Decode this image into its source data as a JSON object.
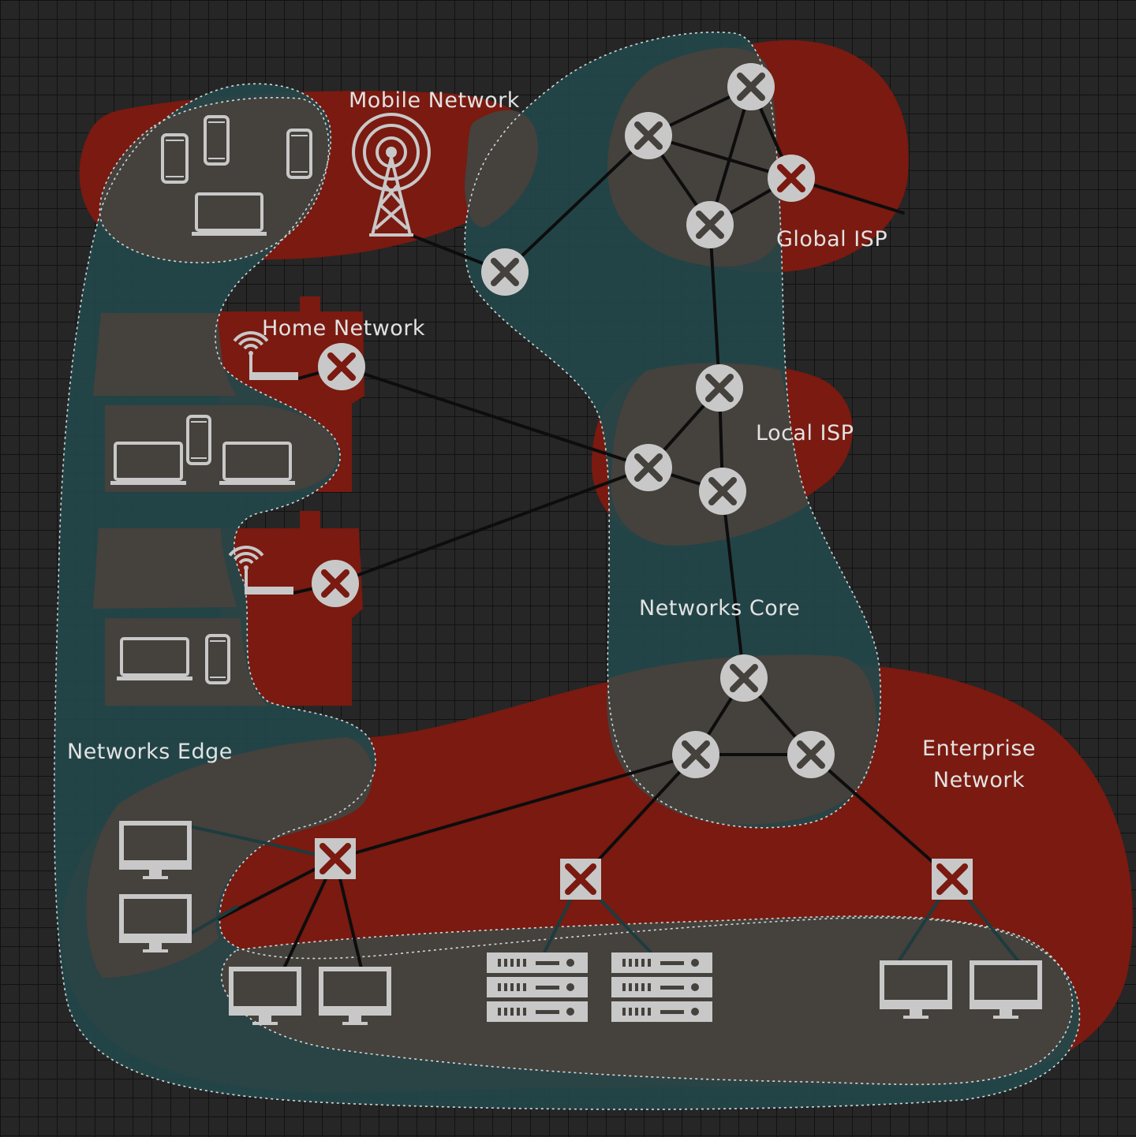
{
  "colors": {
    "background": "#262626",
    "grid": "#121212",
    "red_region": "#7a1a10",
    "teal_region": "#23474a",
    "gray_region": "#45413d",
    "link": "#0d0d0d",
    "link_teal": "#1d3c3e",
    "router_fill": "#c8c8c8",
    "router_cross": "#45413d",
    "router_cross_red": "#7a1a10",
    "device": "#c8c8c8",
    "label": "#e2e2e2"
  },
  "labels": {
    "mobile_network": "Mobile Network",
    "home_network": "Home Network",
    "global_isp": "Global ISP",
    "local_isp": "Local ISP",
    "networks_core": "Networks Core",
    "networks_edge": "Networks Edge",
    "enterprise_line1": "Enterprise",
    "enterprise_line2": "Network"
  },
  "icons": {
    "router": "router-cross-icon",
    "switch": "switch-cross-icon",
    "cell_tower": "cell-tower-icon",
    "wifi_router": "wifi-router-icon",
    "laptop": "laptop-icon",
    "phone": "phone-icon",
    "desktop": "desktop-monitor-icon",
    "server": "server-rack-icon"
  }
}
